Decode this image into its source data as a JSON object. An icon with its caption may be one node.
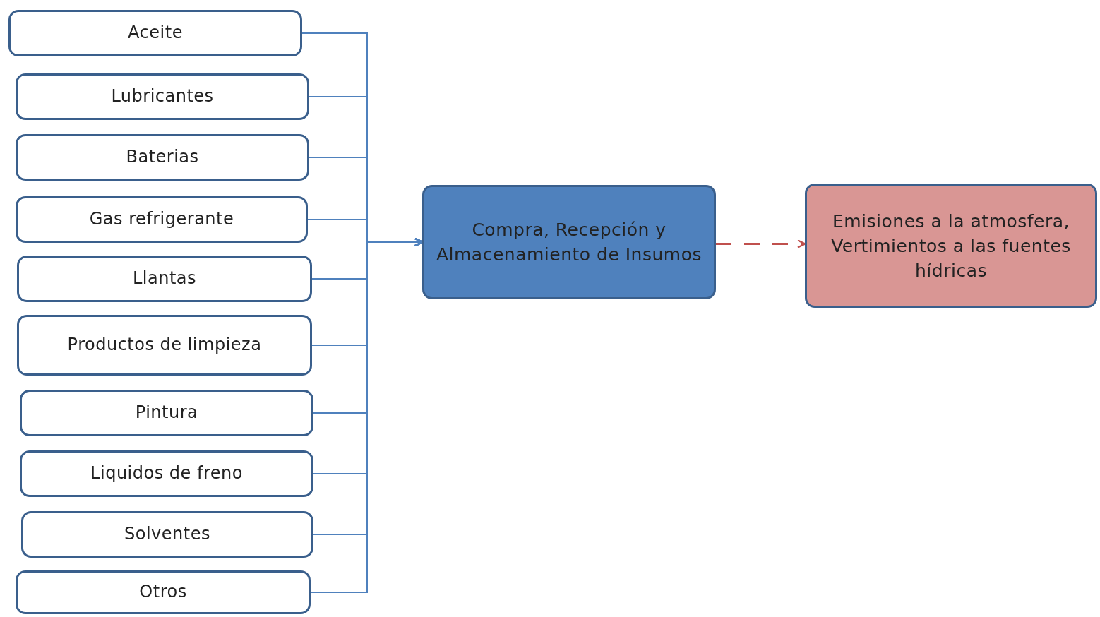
{
  "diagram": {
    "nodes": [
      {
        "text": [
          "Aceite"
        ]
      },
      {
        "text": [
          "Lubricantes"
        ]
      },
      {
        "text": [
          "Baterias"
        ]
      },
      {
        "text": [
          "Gas refrigerante"
        ]
      },
      {
        "text": [
          "Llantas"
        ]
      },
      {
        "text": [
          "Productos de limpieza"
        ]
      },
      {
        "text": [
          "Pintura"
        ]
      },
      {
        "text": [
          "Liquidos de freno"
        ]
      },
      {
        "text": [
          "Solventes"
        ]
      },
      {
        "text": [
          "Otros"
        ]
      },
      {
        "text": [
          "Compra, Recepción y Almacenamiento de Insumos"
        ]
      },
      {
        "text": [
          "Emisiones a la atmosfera, Vertimientos a las fuentes hídricas"
        ]
      }
    ],
    "edges": [
      {
        "from": 0,
        "to": 10,
        "arrow": "to"
      },
      {
        "from": 1,
        "to": 10,
        "arrow": "to"
      },
      {
        "from": 2,
        "to": 10,
        "arrow": "to"
      },
      {
        "from": 3,
        "to": 10,
        "arrow": "to"
      },
      {
        "from": 4,
        "to": 10,
        "arrow": "to"
      },
      {
        "from": 5,
        "to": 10,
        "arrow": "to"
      },
      {
        "from": 6,
        "to": 10,
        "arrow": "to"
      },
      {
        "from": 7,
        "to": 10,
        "arrow": "to"
      },
      {
        "from": 8,
        "to": 10,
        "arrow": "to"
      },
      {
        "from": 9,
        "to": 10,
        "arrow": "to"
      },
      {
        "from": 10,
        "to": 11,
        "arrow": "to",
        "style": "dashed",
        "color": "#c0504d"
      }
    ]
  }
}
